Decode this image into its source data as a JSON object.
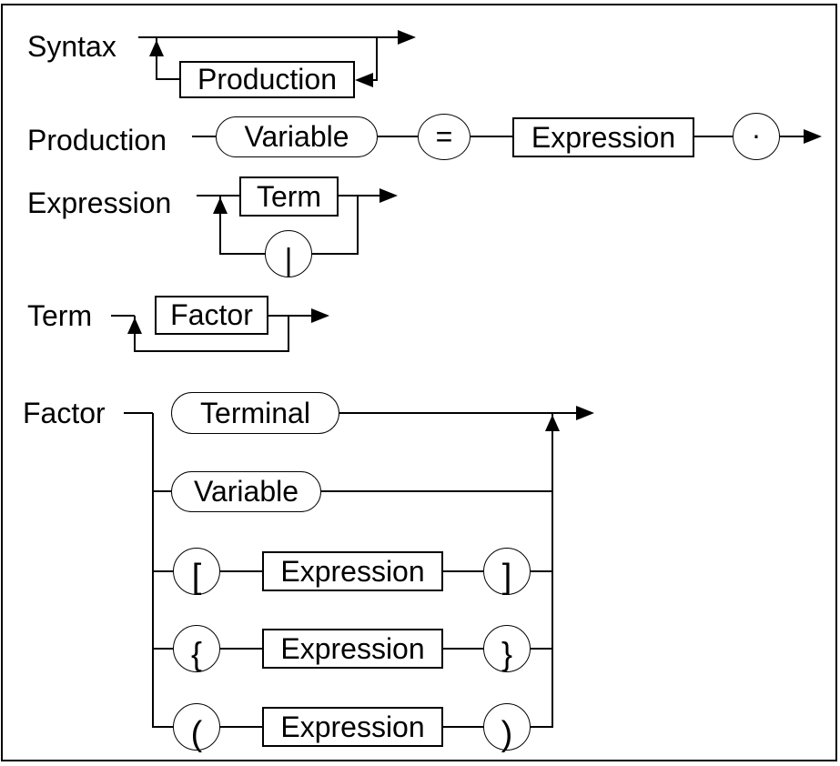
{
  "diagram_type": "railroad-syntax-diagram",
  "colors": {
    "line": "#000000",
    "background": "#ffffff"
  },
  "rules": [
    {
      "name": "Syntax",
      "elements": [
        {
          "type": "box",
          "text": "Production"
        }
      ]
    },
    {
      "name": "Production",
      "elements": [
        {
          "type": "rounded",
          "text": "Variable"
        },
        {
          "type": "circle",
          "text": "="
        },
        {
          "type": "box",
          "text": "Expression"
        },
        {
          "type": "circle",
          "text": "."
        }
      ]
    },
    {
      "name": "Expression",
      "elements": [
        {
          "type": "box",
          "text": "Term"
        },
        {
          "type": "circle",
          "text": "|"
        }
      ]
    },
    {
      "name": "Term",
      "elements": [
        {
          "type": "box",
          "text": "Factor"
        }
      ]
    },
    {
      "name": "Factor",
      "elements": [
        {
          "type": "rounded",
          "text": "Terminal"
        },
        {
          "type": "rounded",
          "text": "Variable"
        },
        {
          "type": "circle",
          "text": "["
        },
        {
          "type": "box",
          "text": "Expression"
        },
        {
          "type": "circle",
          "text": "]"
        },
        {
          "type": "circle",
          "text": "{"
        },
        {
          "type": "box",
          "text": "Expression"
        },
        {
          "type": "circle",
          "text": "}"
        },
        {
          "type": "circle",
          "text": "("
        },
        {
          "type": "box",
          "text": "Expression"
        },
        {
          "type": "circle",
          "text": ")"
        }
      ]
    }
  ]
}
